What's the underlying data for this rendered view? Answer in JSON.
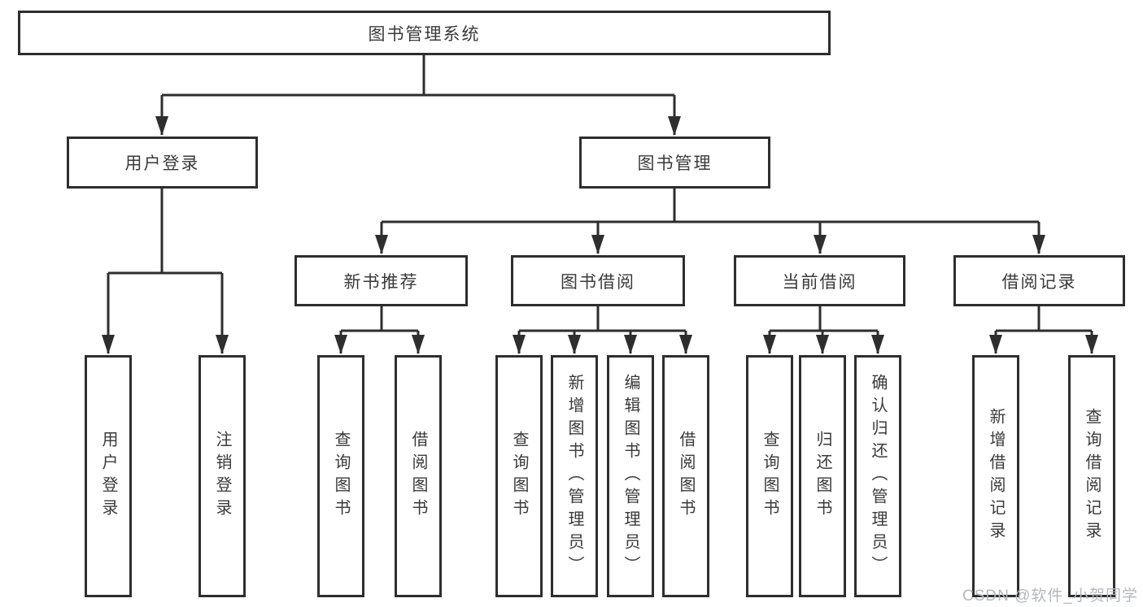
{
  "tree": {
    "label": "图书管理系统",
    "children": [
      {
        "label": "用户登录",
        "children": [
          {
            "label": "用户登录"
          },
          {
            "label": "注销登录"
          }
        ]
      },
      {
        "label": "图书管理",
        "children": [
          {
            "label": "新书推荐",
            "children": [
              {
                "label": "查询图书"
              },
              {
                "label": "借阅图书"
              }
            ]
          },
          {
            "label": "图书借阅",
            "children": [
              {
                "label": "查询图书"
              },
              {
                "label": "新增图书（管理员）"
              },
              {
                "label": "编辑图书（管理员）"
              },
              {
                "label": "借阅图书"
              }
            ]
          },
          {
            "label": "当前借阅",
            "children": [
              {
                "label": "查询图书"
              },
              {
                "label": "归还图书"
              },
              {
                "label": "确认归还（管理员）"
              }
            ]
          },
          {
            "label": "借阅记录",
            "children": [
              {
                "label": "新增借阅记录"
              },
              {
                "label": "查询借阅记录"
              }
            ]
          }
        ]
      }
    ]
  },
  "watermark": "CSDN @软件_小贺同学",
  "colors": {
    "line": "#2e2e2e",
    "text": "#3a3a3a",
    "watermark": "#b4b8bc"
  }
}
